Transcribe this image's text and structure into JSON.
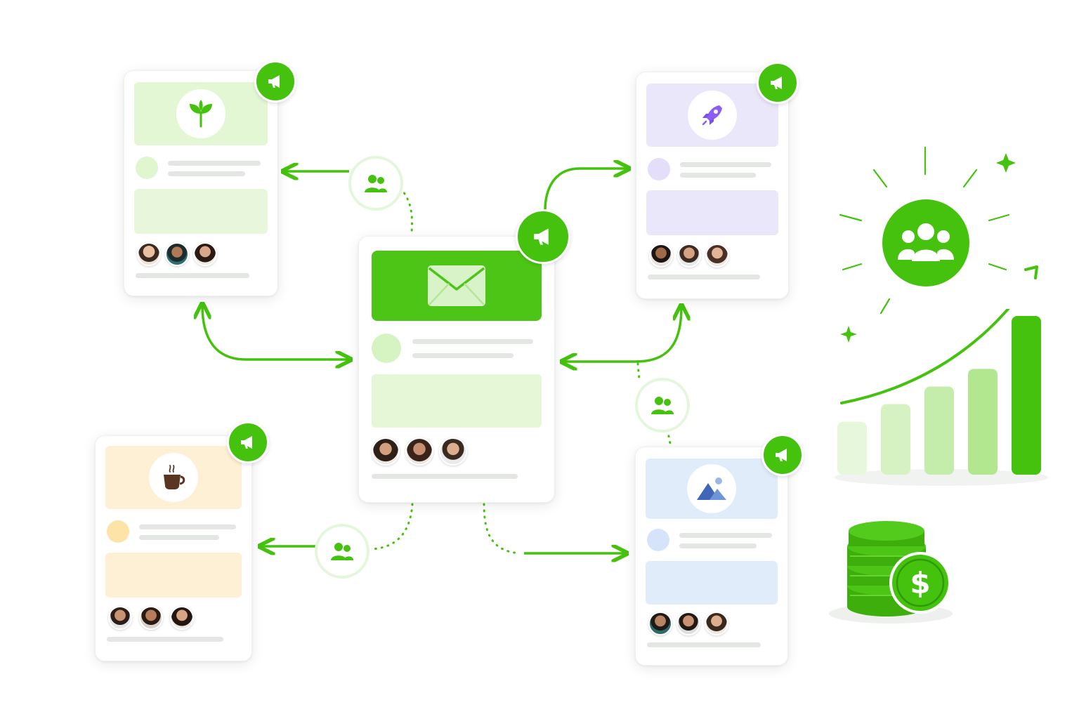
{
  "colors": {
    "brand": "#44c20e",
    "green_light": "#e9f8dc",
    "purple_light": "#ebe7fb",
    "yellow_light": "#fdf0d4",
    "blue_light": "#e1ecfb",
    "gray_line": "#e4e6e4"
  },
  "center_card": {
    "icon": "envelope-icon",
    "badge_icon": "megaphone-icon",
    "avatars": 3
  },
  "cards": [
    {
      "id": "plant",
      "icon": "sprout-icon",
      "theme": "green",
      "avatars": 3
    },
    {
      "id": "rocket",
      "icon": "rocket-icon",
      "theme": "purple",
      "avatars": 3
    },
    {
      "id": "coffee",
      "icon": "coffee-cup-icon",
      "theme": "yellow",
      "avatars": 3
    },
    {
      "id": "mountain",
      "icon": "mountain-image-icon",
      "theme": "blue",
      "avatars": 3
    }
  ],
  "connector_icons": [
    "people-icon",
    "people-icon",
    "people-icon"
  ],
  "growth_chart": {
    "type": "bar",
    "values": [
      3,
      4,
      5,
      6,
      9
    ],
    "trend": "rising-arrow"
  },
  "decor_icons": [
    "community-icon",
    "sparkle-icon",
    "coin-stack-icon",
    "dollar-sign-icon"
  ]
}
